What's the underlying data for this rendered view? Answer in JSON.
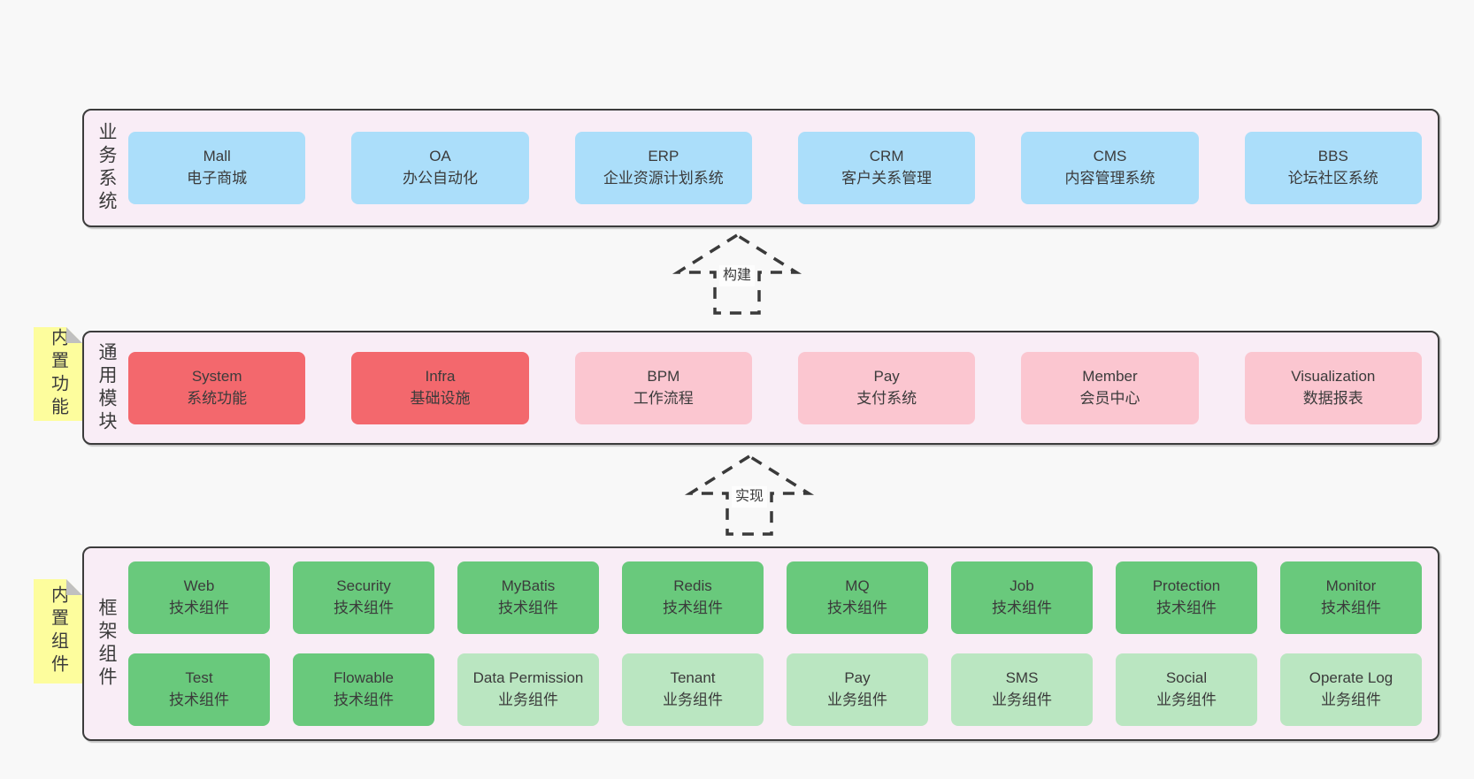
{
  "colors": {
    "page_bg": "#f8f8f8",
    "band_bg": "#f9edf6",
    "band_border": "#3c3c3c",
    "text": "#3b3b3b",
    "blue": "#abdefa",
    "red": "#f3686d",
    "pink": "#fbc6d0",
    "green": "#69c97c",
    "light_green": "#bae6c1",
    "sticky_yellow": "#fdfd9d",
    "fold_gray": "#c0c0c0",
    "arrow_dash": "#3a3a3a"
  },
  "arrows": [
    {
      "label": "构建"
    },
    {
      "label": "实现"
    }
  ],
  "bands": [
    {
      "label": "业务系统",
      "boxes": [
        {
          "en": "Mall",
          "zh": "电子商城",
          "color": "blue"
        },
        {
          "en": "OA",
          "zh": "办公自动化",
          "color": "blue"
        },
        {
          "en": "ERP",
          "zh": "企业资源计划系统",
          "color": "blue"
        },
        {
          "en": "CRM",
          "zh": "客户关系管理",
          "color": "blue"
        },
        {
          "en": "CMS",
          "zh": "内容管理系统",
          "color": "blue"
        },
        {
          "en": "BBS",
          "zh": "论坛社区系统",
          "color": "blue"
        }
      ]
    },
    {
      "label": "通用模块",
      "sticky": "内置功能",
      "boxes": [
        {
          "en": "System",
          "zh": "系统功能",
          "color": "red"
        },
        {
          "en": "Infra",
          "zh": "基础设施",
          "color": "red"
        },
        {
          "en": "BPM",
          "zh": "工作流程",
          "color": "pink"
        },
        {
          "en": "Pay",
          "zh": "支付系统",
          "color": "pink"
        },
        {
          "en": "Member",
          "zh": "会员中心",
          "color": "pink"
        },
        {
          "en": "Visualization",
          "zh": "数据报表",
          "color": "pink"
        }
      ]
    },
    {
      "label": "框架组件",
      "sticky": "内置组件",
      "boxes": [
        {
          "en": "Web",
          "zh": "技术组件",
          "color": "green"
        },
        {
          "en": "Security",
          "zh": "技术组件",
          "color": "green"
        },
        {
          "en": "MyBatis",
          "zh": "技术组件",
          "color": "green"
        },
        {
          "en": "Redis",
          "zh": "技术组件",
          "color": "green"
        },
        {
          "en": "MQ",
          "zh": "技术组件",
          "color": "green"
        },
        {
          "en": "Job",
          "zh": "技术组件",
          "color": "green"
        },
        {
          "en": "Protection",
          "zh": "技术组件",
          "color": "green"
        },
        {
          "en": "Monitor",
          "zh": "技术组件",
          "color": "green"
        },
        {
          "en": "Test",
          "zh": "技术组件",
          "color": "green"
        },
        {
          "en": "Flowable",
          "zh": "技术组件",
          "color": "green"
        },
        {
          "en": "Data Permission",
          "zh": "业务组件",
          "color": "light_green"
        },
        {
          "en": "Tenant",
          "zh": "业务组件",
          "color": "light_green"
        },
        {
          "en": "Pay",
          "zh": "业务组件",
          "color": "light_green"
        },
        {
          "en": "SMS",
          "zh": "业务组件",
          "color": "light_green"
        },
        {
          "en": "Social",
          "zh": "业务组件",
          "color": "light_green"
        },
        {
          "en": "Operate Log",
          "zh": "业务组件",
          "color": "light_green"
        }
      ]
    }
  ]
}
